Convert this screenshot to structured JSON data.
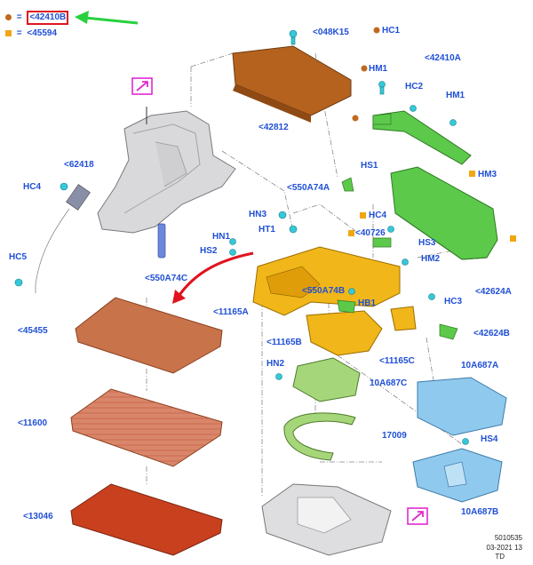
{
  "legend": {
    "round_marker": {
      "ref": "<42410B",
      "color": "#c0691e"
    },
    "square_marker": {
      "ref": "<45594",
      "color": "#f1a612"
    },
    "equals": "="
  },
  "labels": {
    "l048k15": "<048K15",
    "lhc1": "HC1",
    "lhm1a": "HM1",
    "l42410a": "<42410A",
    "lhc2": "HC2",
    "lhm1b": "HM1",
    "l42812": "<42812",
    "l62418": "<62418",
    "lhc4a": "HC4",
    "lhs1": "HS1",
    "lhm3": "HM3",
    "l550a74a": "<550A74A",
    "lhn3": "HN3",
    "lht1": "HT1",
    "lhc4b": "HC4",
    "l40726": "<40726",
    "lhs3": "HS3",
    "lhn1": "HN1",
    "lhs2": "HS2",
    "lhm2": "HM2",
    "lhc5": "HC5",
    "l550a74c": "<550A74C",
    "l550a74b": "<550A74B",
    "lhb1": "HB1",
    "l42624a1": "<42624A",
    "lhc3": "HC3",
    "l11165a": "<11165A",
    "l42624a2": "<42624B",
    "l45455": "<45455",
    "l11165b": "<11165B",
    "l11165c": "<11165C",
    "lhn2": "HN2",
    "l10a687a": "10A687A",
    "l10a687c": "10A687C",
    "l11600": "<11600",
    "l17009": "17009",
    "lhs4": "HS4",
    "l10a687b": "10A687B",
    "l13046": "<13046"
  },
  "footer": {
    "illustration_id": "5010535",
    "date": "03-2021 13",
    "suffix": "TD"
  },
  "colors": {
    "label_text": "#1f4fd6",
    "carpet": "#c8734a",
    "cover_brown": "#b5621f",
    "yellow_part": "#f1b619",
    "green_part": "#5cc94a",
    "light_green": "#a6d67a",
    "blue_part": "#8fc9ee",
    "trim_gray": "#d9d9db",
    "floor_red": "#c8401e",
    "magenta_callout": "#e02ad0",
    "red_arrow": "#e0141e",
    "green_arrow": "#27d13d"
  },
  "icons": [
    "magenta-arrow-icon",
    "green-arrow-icon",
    "red-curved-arrow-icon",
    "clip-fastener-icon"
  ]
}
